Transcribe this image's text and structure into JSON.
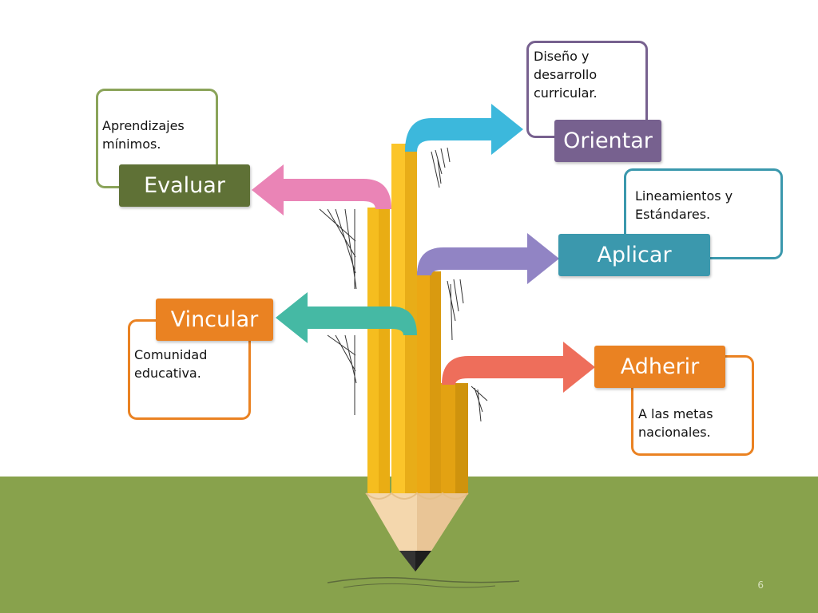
{
  "diagram": {
    "branches": [
      {
        "id": "orientar",
        "label": "Orientar",
        "note": "Diseño y\ndesarrollo\ncurricular.",
        "label_color": "#77618f",
        "note_border": "#77618f",
        "arrow_color": "#3cb8dc"
      },
      {
        "id": "evaluar",
        "label": "Evaluar",
        "note": "Aprendizajes\nmínimos.",
        "label_color": "#5f7136",
        "note_border": "#8ba45a",
        "arrow_color": "#ea84b6"
      },
      {
        "id": "aplicar",
        "label": "Aplicar",
        "note": "Lineamientos y\nEstándares.",
        "label_color": "#3b98ad",
        "note_border": "#3b98ad",
        "arrow_color": "#9184c4"
      },
      {
        "id": "vincular",
        "label": "Vincular",
        "note": "Comunidad\neducativa.",
        "label_color": "#ea8222",
        "note_border": "#ea8222",
        "arrow_color": "#45b9a4"
      },
      {
        "id": "adherir",
        "label": "Adherir",
        "note": "A las metas\nnacionales.",
        "label_color": "#ea8222",
        "note_border": "#ea8222",
        "arrow_color": "#ee6e5b"
      }
    ]
  },
  "footer": {
    "page_number": "6"
  },
  "colors": {
    "ground": "#88a24c",
    "pencil_yellow": "#f5bd1f",
    "pencil_dark": "#d79a12",
    "pencil_wood": "#f4d7ad",
    "pencil_lead": "#333333"
  }
}
